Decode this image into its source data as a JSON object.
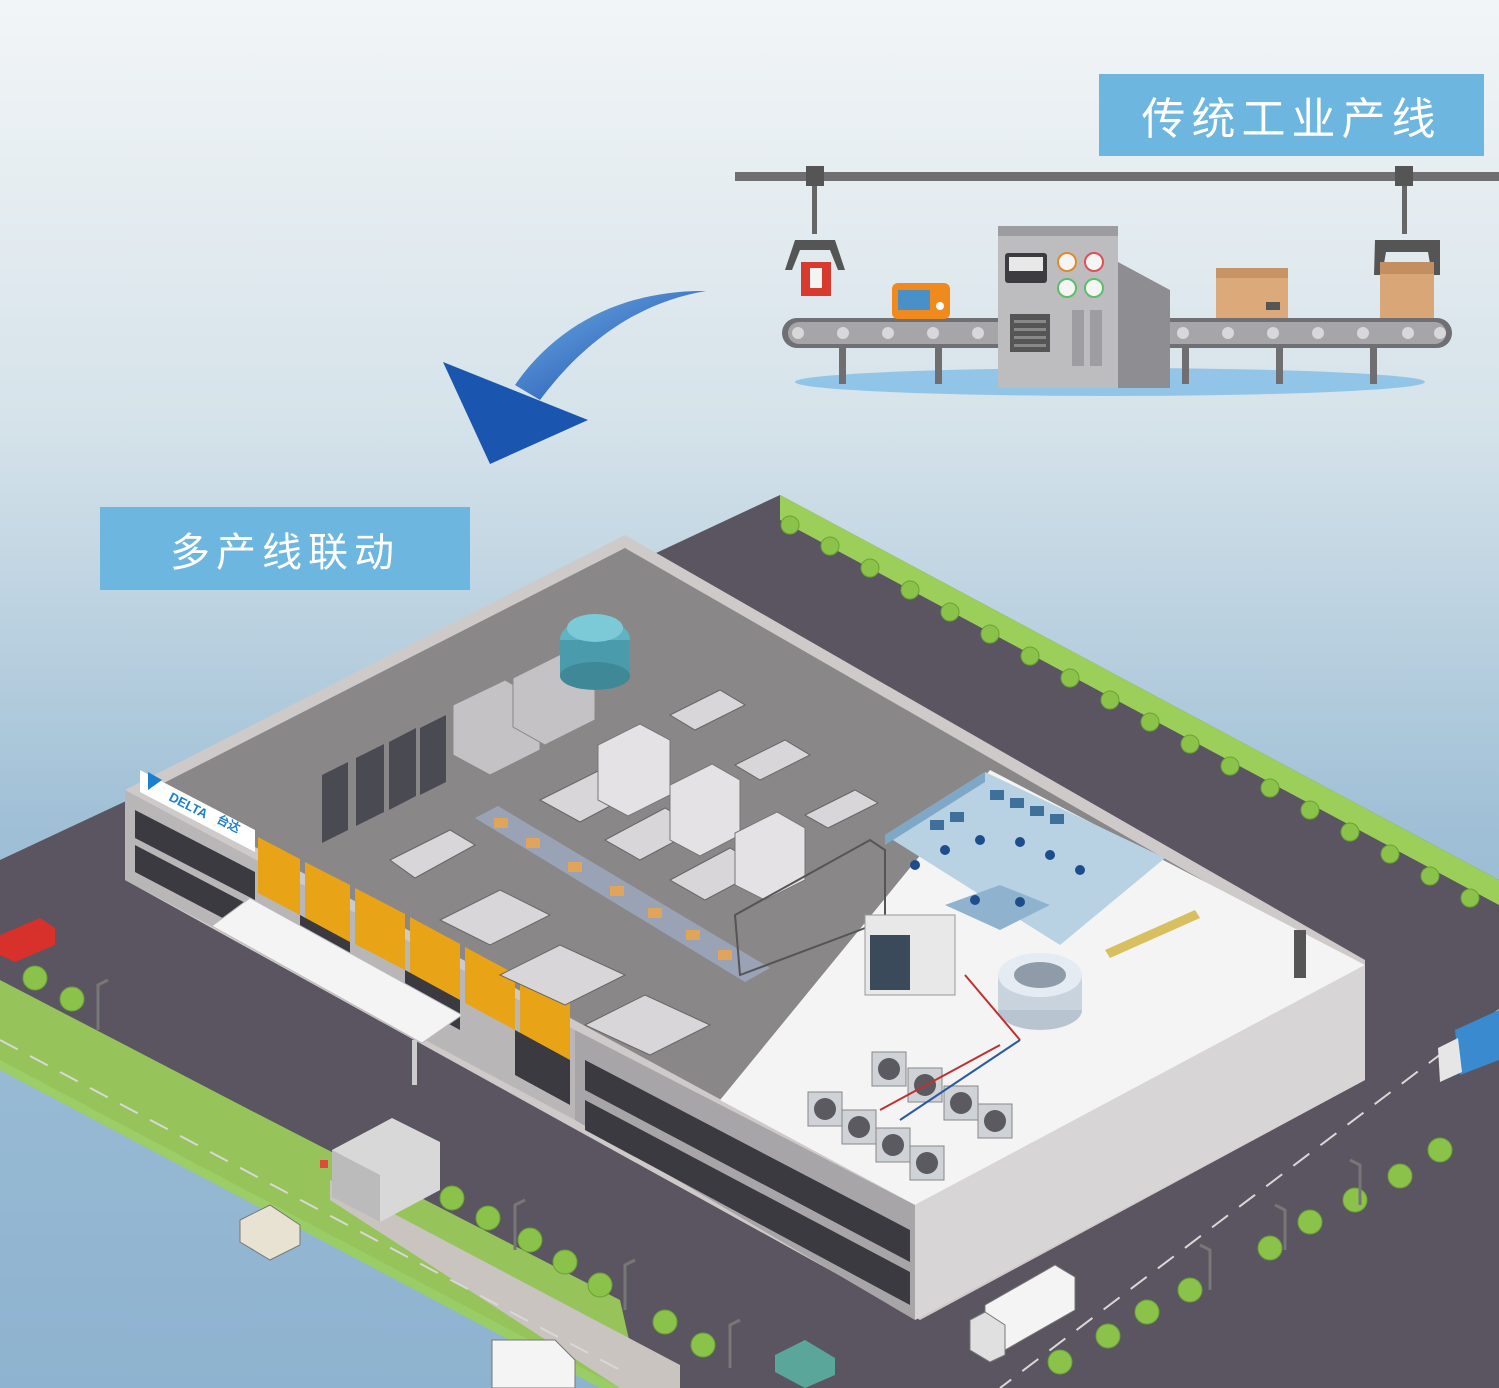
{
  "labels": {
    "traditional_line": "传统工业产线",
    "multi_line_linkage": "多产线联动"
  },
  "factory": {
    "sign_brand": "DELTA",
    "sign_cn": "台达"
  },
  "colors": {
    "label_bg": "#6db6e0",
    "arrow": "#1a55b0",
    "road": "#5a5560",
    "accent_yellow": "#e8a317",
    "sky_top": "#f2f5f7",
    "sky_bottom": "#8eb3d0"
  }
}
